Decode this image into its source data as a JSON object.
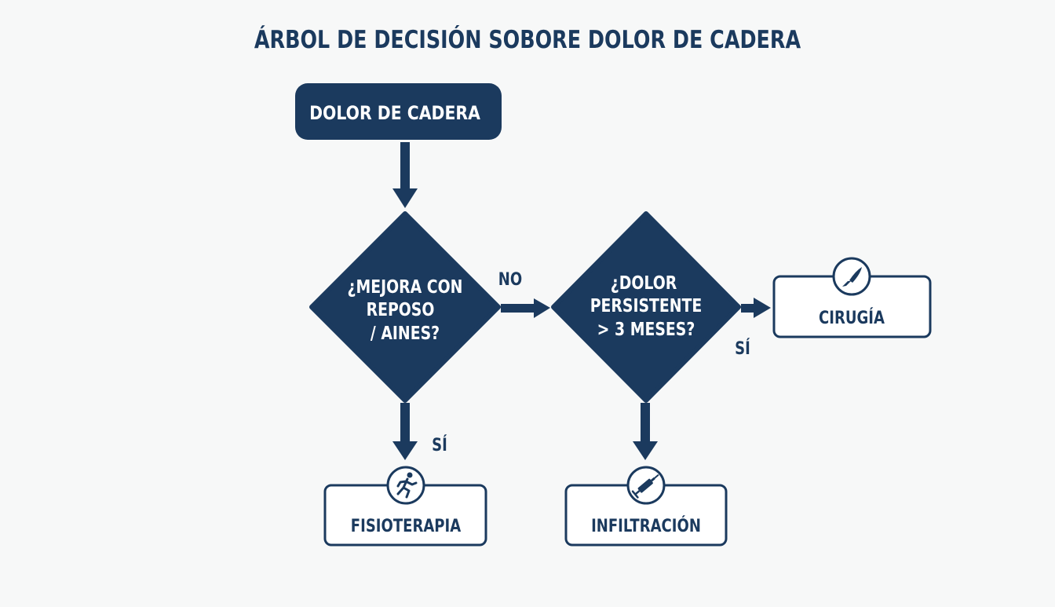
{
  "title": "ÁRBOL DE DECISIÓN SOBORE DOLOR DE CADERA",
  "nodes": {
    "start": {
      "label": "DOLOR DE CADERA"
    },
    "decision1": {
      "lines": [
        "¿MEJORA CON",
        "REPOSO",
        "/ AINES?"
      ]
    },
    "decision2": {
      "lines": [
        "¿DOLOR",
        "PERSISTENTE",
        "> 3 MESES?"
      ]
    },
    "outcome_physio": {
      "label": "FISIOTERAPIA",
      "icon": "running-person-icon"
    },
    "outcome_infiltration": {
      "label": "INFILTRACIÓN",
      "icon": "syringe-icon"
    },
    "outcome_surgery": {
      "label": "CIRUGÍA",
      "icon": "scalpel-icon"
    }
  },
  "edges": {
    "d1_yes": {
      "label": "SÍ"
    },
    "d1_no": {
      "label": "NO"
    },
    "d2_yes": {
      "label": "SÍ"
    }
  },
  "colors": {
    "primary": "#1b3a5e",
    "background": "#f7f8f8",
    "box_fill": "#ffffff",
    "on_primary": "#ffffff"
  }
}
